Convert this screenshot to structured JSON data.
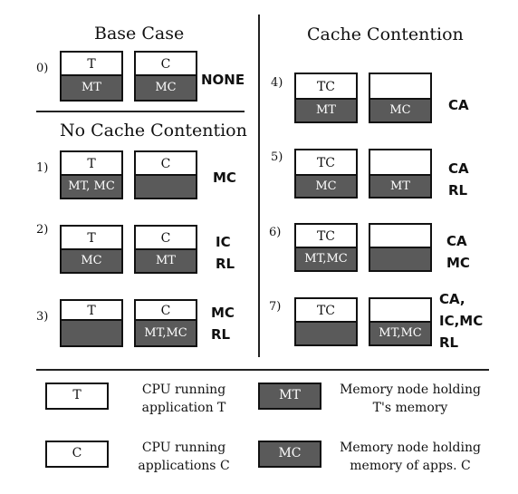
{
  "sections": {
    "base_case": "Base Case",
    "no_contention": "No Cache Contention",
    "contention": "Cache Contention"
  },
  "scenarios": [
    {
      "num": "0)",
      "label": "NONE",
      "left": {
        "top": "T",
        "bottom": "MT"
      },
      "right": {
        "top": "C",
        "bottom": "MC"
      }
    },
    {
      "num": "1)",
      "label": "MC",
      "left": {
        "top": "T",
        "bottom": "MT, MC"
      },
      "right": {
        "top": "C",
        "bottom": ""
      }
    },
    {
      "num": "2)",
      "label": "IC\nRL",
      "left": {
        "top": "T",
        "bottom": "MC"
      },
      "right": {
        "top": "C",
        "bottom": "MT"
      }
    },
    {
      "num": "3)",
      "label": "MC\nRL",
      "left": {
        "top": "T",
        "bottom": ""
      },
      "right": {
        "top": "C",
        "bottom": "MT,MC"
      }
    },
    {
      "num": "4)",
      "label": "CA",
      "left": {
        "top": "TC",
        "bottom": "MT"
      },
      "right": {
        "top": "",
        "bottom": "MC"
      }
    },
    {
      "num": "5)",
      "label": "CA\nRL",
      "left": {
        "top": "TC",
        "bottom": "MC"
      },
      "right": {
        "top": "",
        "bottom": "MT"
      }
    },
    {
      "num": "6)",
      "label": "CA\nMC",
      "left": {
        "top": "TC",
        "bottom": "MT,MC"
      },
      "right": {
        "top": "",
        "bottom": ""
      }
    },
    {
      "num": "7)",
      "label": "CA,\nIC,MC\nRL",
      "left": {
        "top": "TC",
        "bottom": ""
      },
      "right": {
        "top": "",
        "bottom": "MT,MC"
      }
    }
  ],
  "legend": [
    {
      "box": "T",
      "text": "CPU running\napplication T"
    },
    {
      "box": "MT",
      "text": "Memory node holding\nT's memory"
    },
    {
      "box": "C",
      "text": "CPU running\napplications C"
    },
    {
      "box": "MC",
      "text": "Memory node holding\nmemory of apps. C"
    }
  ]
}
